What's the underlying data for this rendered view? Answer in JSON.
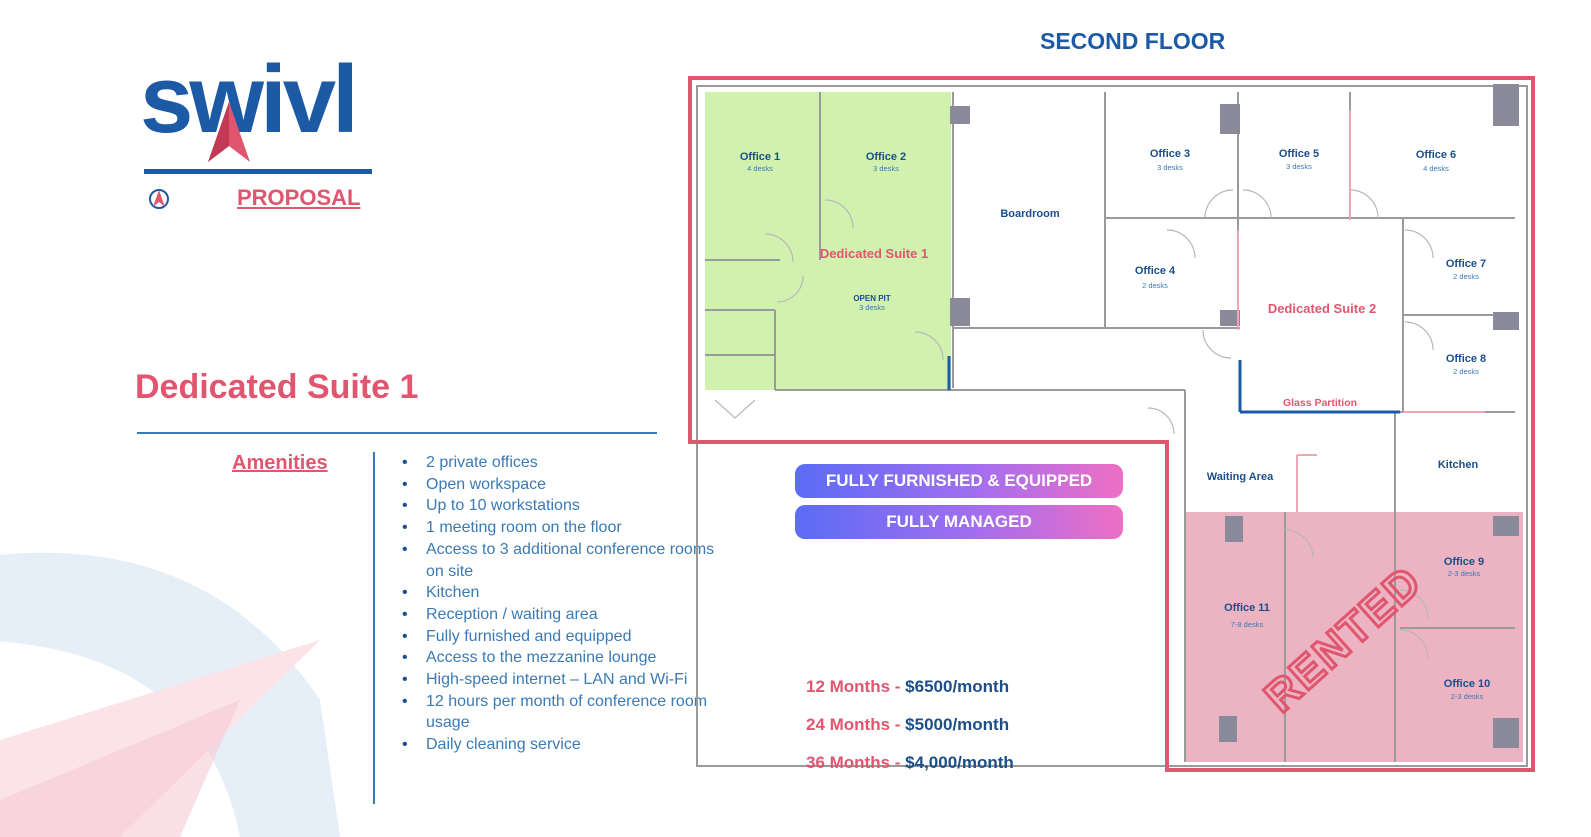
{
  "logo": {
    "wordmark": "swivl",
    "tagline": "PROPOSAL"
  },
  "section": {
    "title": "Dedicated Suite 1"
  },
  "amenities": {
    "heading": "Amenities",
    "items": [
      "2 private offices",
      "Open workspace",
      "Up to 10 workstations",
      "1 meeting room on the floor",
      "Access to 3 additional conference rooms on site",
      "Kitchen",
      "Reception / waiting area",
      "Fully furnished and equipped",
      "Access to the mezzanine lounge",
      "High-speed internet – LAN and Wi-Fi",
      "12 hours per month of conference room usage",
      "Daily cleaning service"
    ]
  },
  "floorplan": {
    "title": "SECOND FLOOR",
    "rooms": {
      "office1": {
        "name": "Office 1",
        "desks": "4 desks"
      },
      "office2": {
        "name": "Office 2",
        "desks": "3 desks"
      },
      "suite1": "Dedicated Suite 1",
      "openpit": {
        "name": "OPEN PIT",
        "desks": "3 desks"
      },
      "boardroom": "Boardroom",
      "office3": {
        "name": "Office 3",
        "desks": "3 desks"
      },
      "office4": {
        "name": "Office 4",
        "desks": "2 desks"
      },
      "office5": {
        "name": "Office 5",
        "desks": "3 desks"
      },
      "office6": {
        "name": "Office 6",
        "desks": "4 desks"
      },
      "office7": {
        "name": "Office 7",
        "desks": "2 desks"
      },
      "office8": {
        "name": "Office 8",
        "desks": "2 desks"
      },
      "suite2": "Dedicated Suite 2",
      "glass": "Glass Partition",
      "waiting": "Waiting Area",
      "kitchen": "Kitchen",
      "office9": {
        "name": "Office 9",
        "desks": "2-3 desks"
      },
      "office10": {
        "name": "Office 10",
        "desks": "2-3 desks"
      },
      "office11": {
        "name": "Office 11",
        "desks": "7-8 desks"
      },
      "rented": "RENTED"
    }
  },
  "badges": {
    "furnished": "FULLY FURNISHED & EQUIPPED",
    "managed": "FULLY MANAGED"
  },
  "pricing": [
    {
      "term": "12 Months",
      "amount": "$6500/month"
    },
    {
      "term": "24 Months",
      "amount": "$5000/month"
    },
    {
      "term": "36 Months",
      "amount": "$4,000/month"
    }
  ],
  "colors": {
    "brand_blue": "#1d5aa6",
    "accent_pink": "#e0566f",
    "suite_green": "#c9f0a0",
    "rented_pink": "#e59aae"
  }
}
